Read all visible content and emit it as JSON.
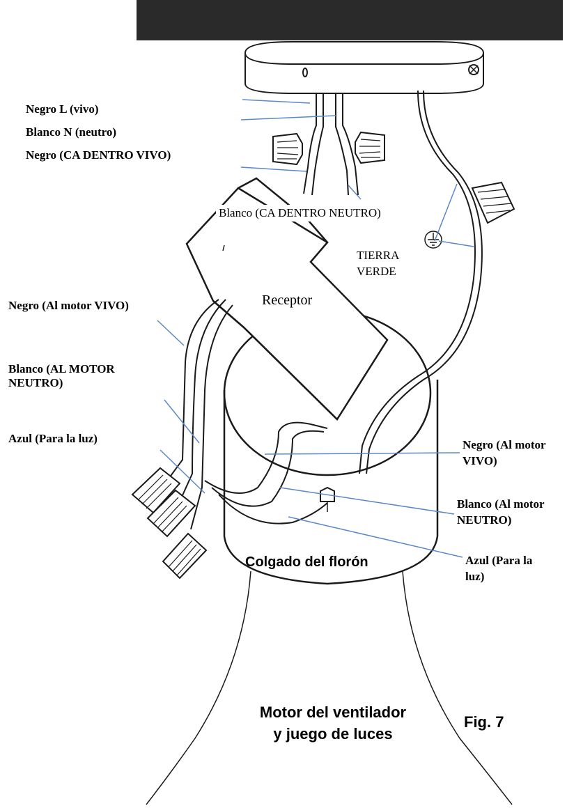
{
  "figure": {
    "fig_label": "Fig. 7",
    "receiver_label": "Receptor",
    "canopy_label": "Colgado del florón",
    "motor_label": "Motor del ventilador y juego de luces"
  },
  "labels": {
    "black_live": "Negro L (vivo)",
    "white_neutral": "Blanco N (neutro)",
    "black_ac_in": "Negro (CA DENTRO VIVO)",
    "white_ac_in": "Blanco (CA DENTRO NEUTRO)",
    "ground": "TIERRA VERDE",
    "black_to_motor_left": "Negro (Al motor VIVO)",
    "white_to_motor_left": "Blanco (AL MOTOR NEUTRO)",
    "blue_light_left": "Azul (Para la luz)",
    "black_to_motor_right": "Negro (Al motor VIVO)",
    "white_to_motor_right": "Blanco (Al motor NEUTRO)",
    "blue_light_right": "Azul (Para la luz)"
  },
  "colors": {
    "leader_line": "#5b87c7",
    "outline": "#1a1a1a",
    "ceiling_bar": "#2a2a2a"
  }
}
